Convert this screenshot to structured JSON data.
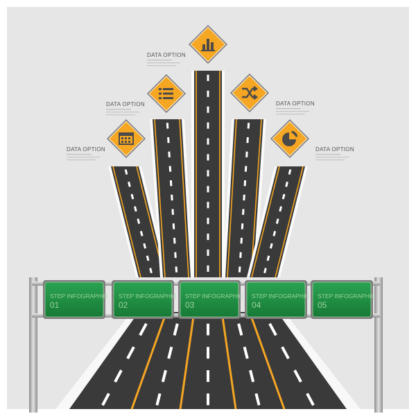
{
  "colors": {
    "background": "#e6e6e6",
    "asphalt": "#3a3a3a",
    "road_edge": "#f5a623",
    "lane_dash": "#ffffff",
    "sign_fill": "#f5a623",
    "sign_icon": "#4a4a4a",
    "board_green": "#1f8f43",
    "pole": "#a8a8a8"
  },
  "options": [
    {
      "label": "DATA OPTION",
      "icon": "calendar-grid-icon"
    },
    {
      "label": "DATA OPTION",
      "icon": "list-icon"
    },
    {
      "label": "DATA OPTION",
      "icon": "bar-chart-icon"
    },
    {
      "label": "DATA OPTION",
      "icon": "shuffle-icon"
    },
    {
      "label": "DATA OPTION",
      "icon": "pie-chart-icon"
    }
  ],
  "steps": [
    {
      "title": "STEP INFOGRAPHIC",
      "number": "01"
    },
    {
      "title": "STEP INFOGRAPHIC",
      "number": "02"
    },
    {
      "title": "STEP INFOGRAPHIC",
      "number": "03"
    },
    {
      "title": "STEP INFOGRAPHIC",
      "number": "04"
    },
    {
      "title": "STEP INFOGRAPHIC",
      "number": "05"
    }
  ]
}
